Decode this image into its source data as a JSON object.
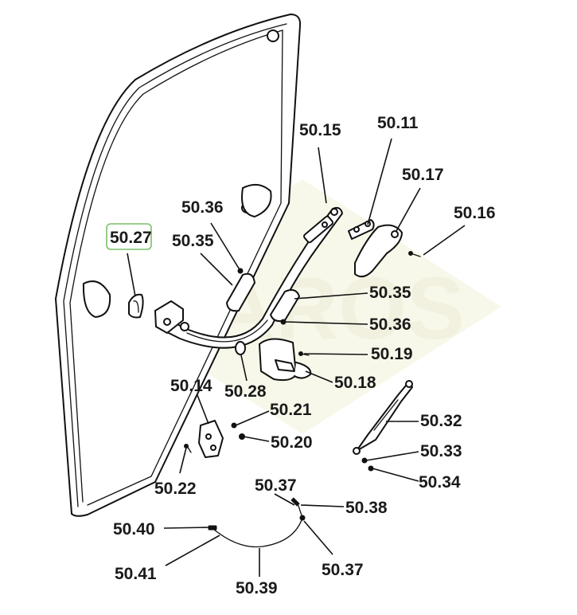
{
  "diagram": {
    "highlight_color": "#7bbf6a",
    "watermark_text": "JAROS",
    "callouts": {
      "c5011": "50.11",
      "c5015": "50.15",
      "c5017": "50.17",
      "c5016": "50.16",
      "c5036a": "50.36",
      "c5027": "50.27",
      "c5035a": "50.35",
      "c5035b": "50.35",
      "c5036b": "50.36",
      "c5019": "50.19",
      "c5018": "50.18",
      "c5014": "50.14",
      "c5028": "50.28",
      "c5021": "50.21",
      "c5020": "50.20",
      "c5032": "50.32",
      "c5033": "50.33",
      "c5034": "50.34",
      "c5022": "50.22",
      "c5037a": "50.37",
      "c5038": "50.38",
      "c5040": "50.40",
      "c5041": "50.41",
      "c5037b": "50.37",
      "c5039": "50.39"
    }
  }
}
